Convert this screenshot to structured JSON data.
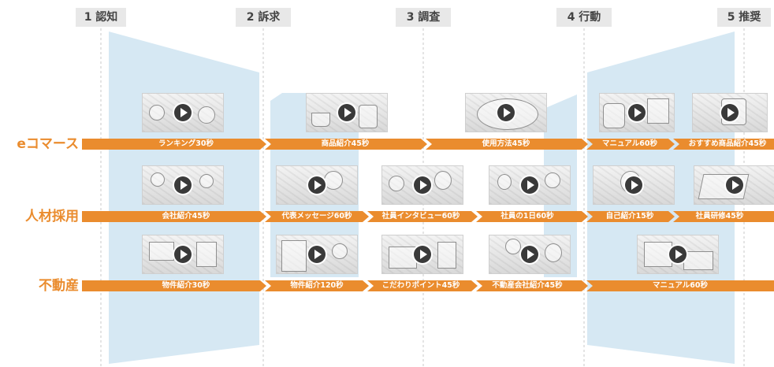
{
  "stages": [
    "1 認知",
    "2 訴求",
    "3 調査",
    "4 行動",
    "5 推奨"
  ],
  "rows": [
    {
      "label": "eコマース",
      "segments": [
        "ランキング30秒",
        "商品紹介45秒",
        "使用方法45秒",
        "マニュアル60秒",
        "おすすめ商品紹介45秒"
      ]
    },
    {
      "label": "人材採用",
      "segments": [
        "会社紹介45秒",
        "代表メッセージ60秒",
        "社員インタビュー60秒",
        "社員の1日60秒",
        "自己紹介15秒",
        "社員研修45秒"
      ]
    },
    {
      "label": "不動産",
      "segments": [
        "物件紹介30秒",
        "物件紹介120秒",
        "こだわりポイント45秒",
        "不動産会社紹介45秒",
        "マニュアル60秒"
      ]
    }
  ],
  "icons": [
    "play-icon"
  ],
  "colors": {
    "bar": "#ea8c2e",
    "row_label": "#ea8c2e",
    "funnel": "#d6e8f3",
    "stage_tab": "#e8e8e8",
    "guide_line": "#c9c9c9"
  }
}
